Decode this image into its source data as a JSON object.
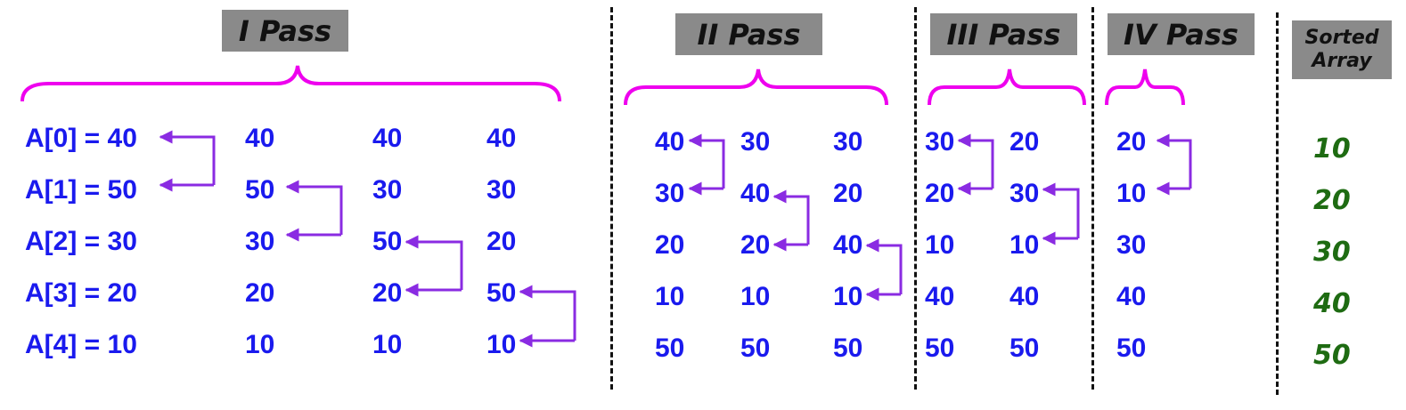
{
  "headers": {
    "pass1": "I Pass",
    "pass2": "II Pass",
    "pass3": "III Pass",
    "pass4": "IV Pass",
    "sorted_line1": "Sorted",
    "sorted_line2": "Array"
  },
  "initial_labels": [
    "A[0] = 40",
    "A[1] = 50",
    "A[2] = 30",
    "A[3] = 20",
    "A[4] = 10"
  ],
  "pass1": {
    "columns": [
      [
        "40",
        "50",
        "30",
        "20",
        "10"
      ],
      [
        "40",
        "30",
        "50",
        "20",
        "10"
      ],
      [
        "40",
        "30",
        "20",
        "50",
        "10"
      ]
    ]
  },
  "pass2": {
    "columns": [
      [
        "40",
        "30",
        "20",
        "10",
        "50"
      ],
      [
        "30",
        "40",
        "20",
        "10",
        "50"
      ],
      [
        "30",
        "20",
        "40",
        "10",
        "50"
      ]
    ]
  },
  "pass3": {
    "columns": [
      [
        "30",
        "20",
        "10",
        "40",
        "50"
      ],
      [
        "20",
        "30",
        "10",
        "40",
        "50"
      ]
    ]
  },
  "pass4": {
    "columns": [
      [
        "20",
        "10",
        "30",
        "40",
        "50"
      ]
    ]
  },
  "sorted_array": [
    "10",
    "20",
    "30",
    "40",
    "50"
  ],
  "colors": {
    "value_text": "#1a1aee",
    "sorted_text": "#1e6b12",
    "brace": "#ee00ee",
    "arrow": "#8a2be2",
    "header_bg": "#8a8a8a"
  }
}
